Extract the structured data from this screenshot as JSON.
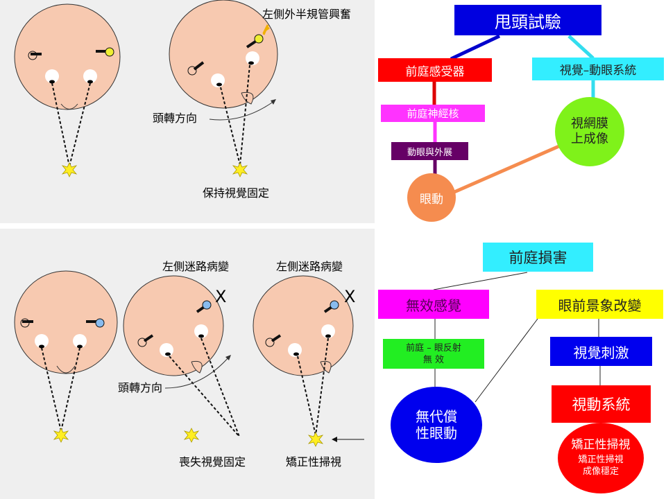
{
  "top_left": {
    "label_excited": "左側外半規管興奮",
    "label_turn": "頭轉方向",
    "label_fixation": "保持視覺固定"
  },
  "bottom_left": {
    "label_lesion_1": "左側迷路病變",
    "label_lesion_2": "左側迷路病變",
    "mark_x": "X",
    "label_turn": "頭轉方向",
    "label_lost": "喪失視覺固定",
    "label_saccade": "矯正性掃視"
  },
  "chart_top": {
    "root": "甩頭試驗",
    "vestibular_receptor": "前庭感受器",
    "visual_oculomotor": "視覺–動眼系統",
    "vestibular_nucleus": "前庭神經核",
    "oculomotor_abducens": "動眼與外展",
    "eye_movement": "眼動",
    "retina_1": "視網膜",
    "retina_2": "上成像"
  },
  "chart_bottom": {
    "root": "前庭損害",
    "invalid_sense": "無效感覺",
    "scene_change": "眼前景象改變",
    "vor_1": "前庭 – 眼反射",
    "vor_2": "無 效",
    "visual_stim": "視覺刺激",
    "optokinetic": "視動系統",
    "uncomp_1": "無代償",
    "uncomp_2": "性眼動",
    "saccade_title": "矯正性掃視",
    "saccade_sub_1": "矯正性掃視",
    "saccade_sub_2": "成像穩定"
  },
  "colors": {
    "panel": "#efefef",
    "skin": "#f7c9b0",
    "blue": "#0000ee",
    "red": "#ff0000",
    "cyan": "#33eeff",
    "magenta": "#ff33ff",
    "purple": "#660066",
    "orange": "#f58c4f",
    "green": "#7ff21a",
    "yellow": "#ffff00"
  }
}
